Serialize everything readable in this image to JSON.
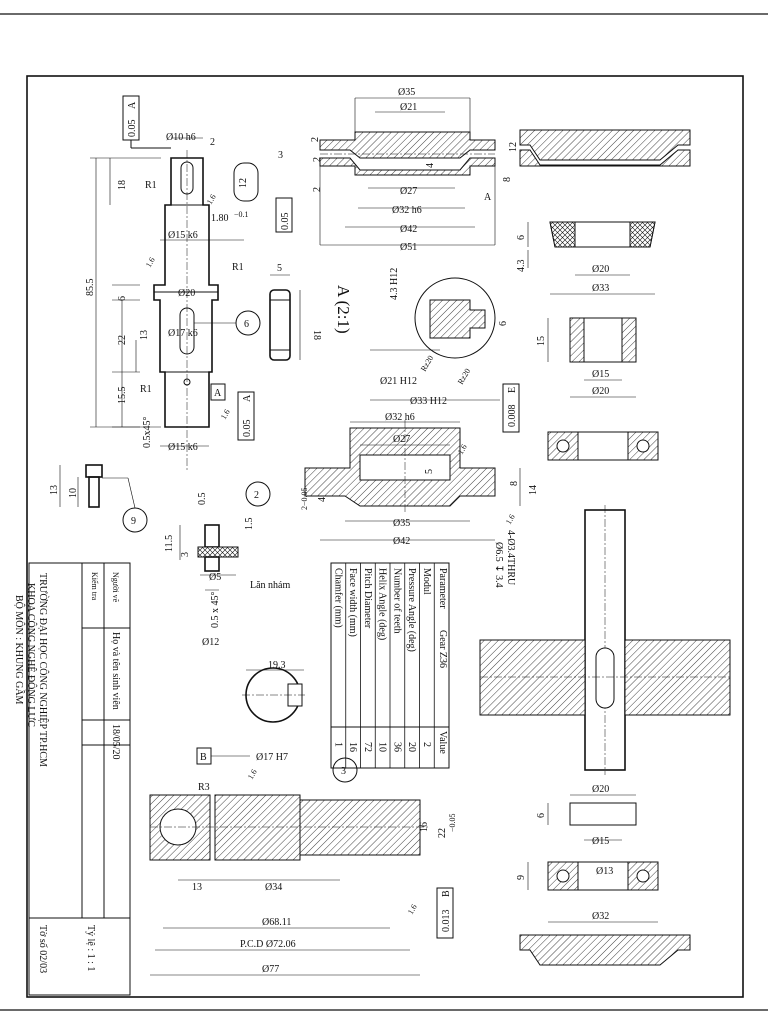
{
  "title_block": {
    "school": "TRƯỜNG ĐẠI HỌC CÔNG NGHIỆP TP.HCM",
    "faculty": "KHOA CÔNG NGHỆ ĐỘNG LỰC",
    "department": "BỘ MÔN : KHUNG GẦM",
    "drawer_label": "Người vẽ",
    "drawer_name": "Họ và tên sinh viên",
    "date": "18/05/20",
    "checker_label": "Kiểm tra",
    "scale": "Tỷ lệ : 1 : 1",
    "sheet_no": "Tờ số 02/03"
  },
  "gear_table": {
    "header_param": "Parameter",
    "header_gear": "Gear Z36",
    "header_value": "Value",
    "rows": [
      {
        "param": "Modul",
        "value": "2"
      },
      {
        "param": "Pressure Angle (deg)",
        "value": "20"
      },
      {
        "param": "Number of teeth",
        "value": "36"
      },
      {
        "param": "Helix Angle (deg)",
        "value": "10"
      },
      {
        "param": "Pitch Diameter",
        "value": "72"
      },
      {
        "param": "Face width (mm)",
        "value": "16"
      },
      {
        "param": "Chamfer (mm)",
        "value": "1"
      }
    ]
  },
  "shaft": {
    "d10": "Ø10 h6",
    "tol1": "0.05",
    "datum1": "A",
    "d15a": "Ø15 k6",
    "d20": "Ø20",
    "d17": "Ø17 k6",
    "d15b": "Ø15 k6",
    "r1a": "R1",
    "r1b": "R1",
    "r1c": "R1",
    "l18": "18",
    "l85": "85.5",
    "l6": "6",
    "l22": "22",
    "l13": "13",
    "l155": "15.5",
    "groove": "1.80",
    "groove_tol": "−0.1",
    "chamfer": "0.5x45°",
    "rough": "1.6",
    "tol2": "0.05",
    "tol3": "0.05",
    "datum2": "A",
    "circle": "6",
    "datumA": "A",
    "l2": "2",
    "l3": "3",
    "k12": "12"
  },
  "key": {
    "w": "5",
    "l": "18"
  },
  "detailA": {
    "label": "A (2:1)",
    "h12": "4.3 H12",
    "d21": "Ø21 H12",
    "d33": "Ø33 H12",
    "rz1": "Rz20",
    "rz2": "Rz20",
    "l6": "6"
  },
  "bearing_top": {
    "d35": "Ø35",
    "d21": "Ø21",
    "d27": "Ø27",
    "d32": "Ø32 h6",
    "d42": "Ø42",
    "d51": "Ø51",
    "l12": "12",
    "l8": "8",
    "l2a": "2",
    "l2b": "2",
    "l4": "4",
    "l2c": "2",
    "marker": "A"
  },
  "ring1": {
    "l6": "6",
    "l43": "4.3",
    "d20": "Ø20",
    "d33": "Ø33"
  },
  "sleeve": {
    "l15": "15",
    "d15": "Ø15",
    "d20": "Ø20"
  },
  "cover": {
    "d32": "Ø32 h6",
    "d27": "Ø27",
    "d35": "Ø35",
    "d42": "Ø42",
    "l14": "14",
    "l8": "8",
    "l5": "5",
    "l4": "4",
    "tol": "2−0.05",
    "rough": "1.6",
    "flat": "0.008",
    "flat_datum": "E",
    "holes": "4-Ø3.4THRU",
    "cbore": "Ø6.5 ↧ 3.4"
  },
  "screw": {
    "l13": "13",
    "l10": "10",
    "circle": "9"
  },
  "pin": {
    "circle": "2",
    "l05": "0.5",
    "l115": "11.5",
    "l3": "3",
    "l15": "1.5",
    "d5": "Ø5",
    "ch": "0.5 x 45°",
    "d12": "Ø12",
    "knurl": "Lăn nhám"
  },
  "keyway": {
    "l193": "19.3"
  },
  "gear": {
    "datum": "B",
    "bore": "Ø17 H7",
    "r3": "R3",
    "circle": "3",
    "l16": "16",
    "l22": "22",
    "tol22": "−0.05",
    "l13": "13",
    "d34": "Ø34",
    "d6811": "Ø68.11",
    "pcd": "P.C.D Ø72.06",
    "d77": "Ø77",
    "rough": "1.6",
    "runout": "0.013",
    "runout_datum": "B"
  },
  "washer1": {
    "d20": "Ø20",
    "l6": "6",
    "d15": "Ø15"
  },
  "washer2": {
    "l9": "9",
    "d13": "Ø13",
    "d32": "Ø32"
  }
}
